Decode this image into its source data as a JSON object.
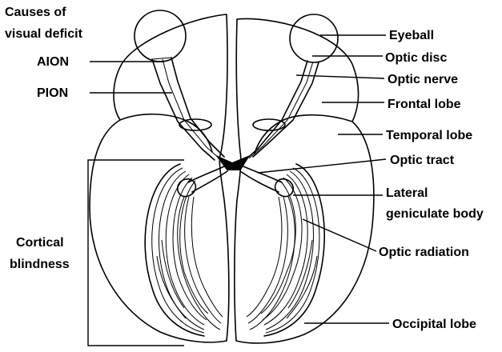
{
  "labels": {
    "causes": [
      "Causes of",
      "visual deficit"
    ],
    "aion": "AION",
    "pion": "PION",
    "cortical": [
      "Cortical",
      "blindness"
    ],
    "eyeball": "Eyeball",
    "optic_disc": "Optic disc",
    "optic_nerve": "Optic nerve",
    "frontal_lobe": "Frontal lobe",
    "temporal_lobe": "Temporal lobe",
    "optic_tract": "Optic tract",
    "lgb": [
      "Lateral",
      "geniculate body"
    ],
    "optic_radiation": "Optic radiation",
    "occipital_lobe": "Occipital lobe"
  }
}
